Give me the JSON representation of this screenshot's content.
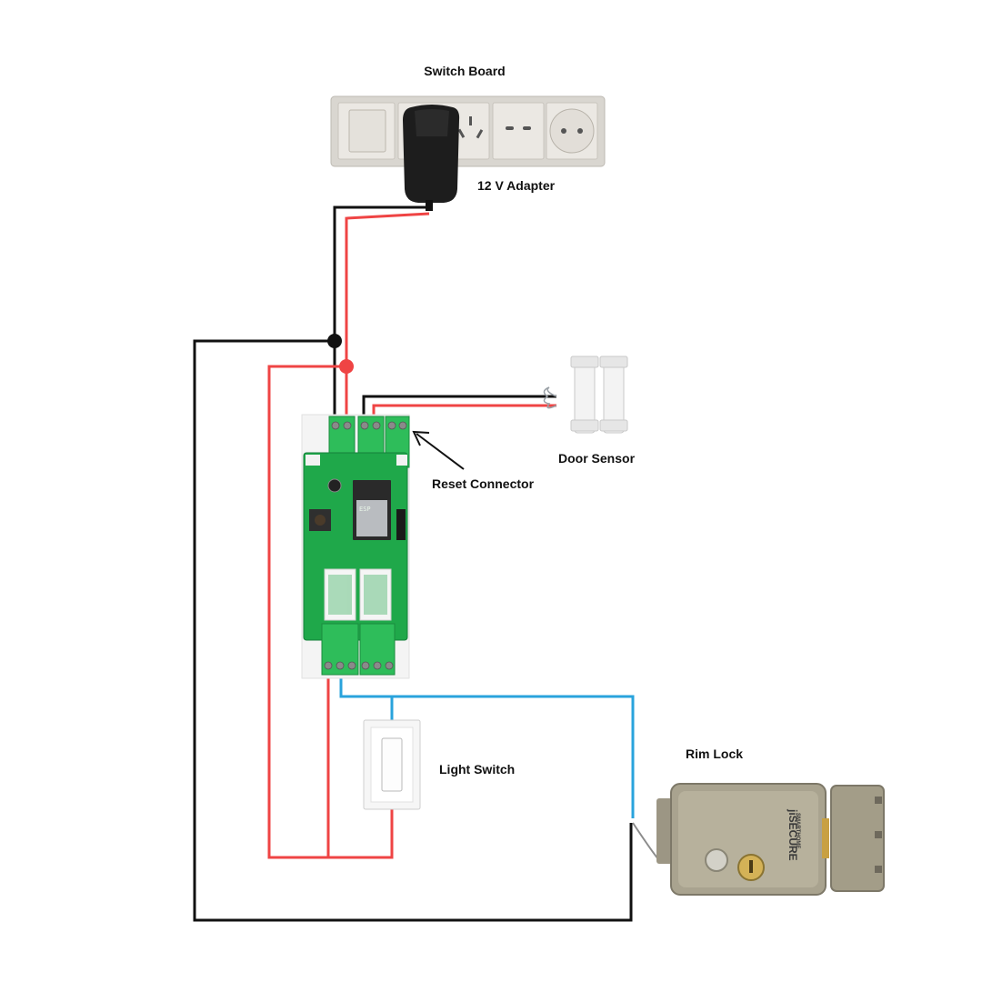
{
  "labels": {
    "switch_board": "Switch Board",
    "adapter": "12 V Adapter",
    "door_sensor": "Door Sensor",
    "reset_connector": "Reset Connector",
    "light_switch": "Light Switch",
    "rim_lock": "Rim Lock"
  },
  "lock_brand": {
    "name": "jiSECURE",
    "tagline": "SMARTHOME"
  },
  "wire_colors": {
    "black": "#111111",
    "red": "#ef4444",
    "blue": "#29a3dc",
    "pcb_green": "#1fa84a",
    "terminal_green": "#2ebd5a"
  }
}
